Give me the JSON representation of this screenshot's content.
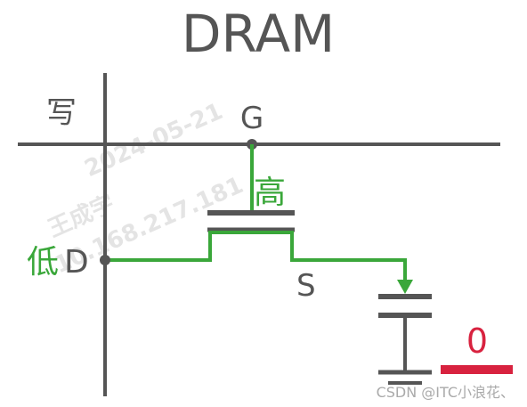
{
  "title": "DRAM",
  "labels": {
    "write": "写",
    "gate": "G",
    "drain": "D",
    "source": "S",
    "high": "高",
    "low": "低",
    "bit_value": "0"
  },
  "watermark": {
    "name": "王成宇",
    "date": "2024-05-21",
    "ip": "10.168.217.181"
  },
  "footer_credit": "CSDN @ITC小浪花、",
  "colors": {
    "line": "#555555",
    "active": "#3aa73a",
    "bit": "#d8223f",
    "watermark": "#cccccc"
  }
}
